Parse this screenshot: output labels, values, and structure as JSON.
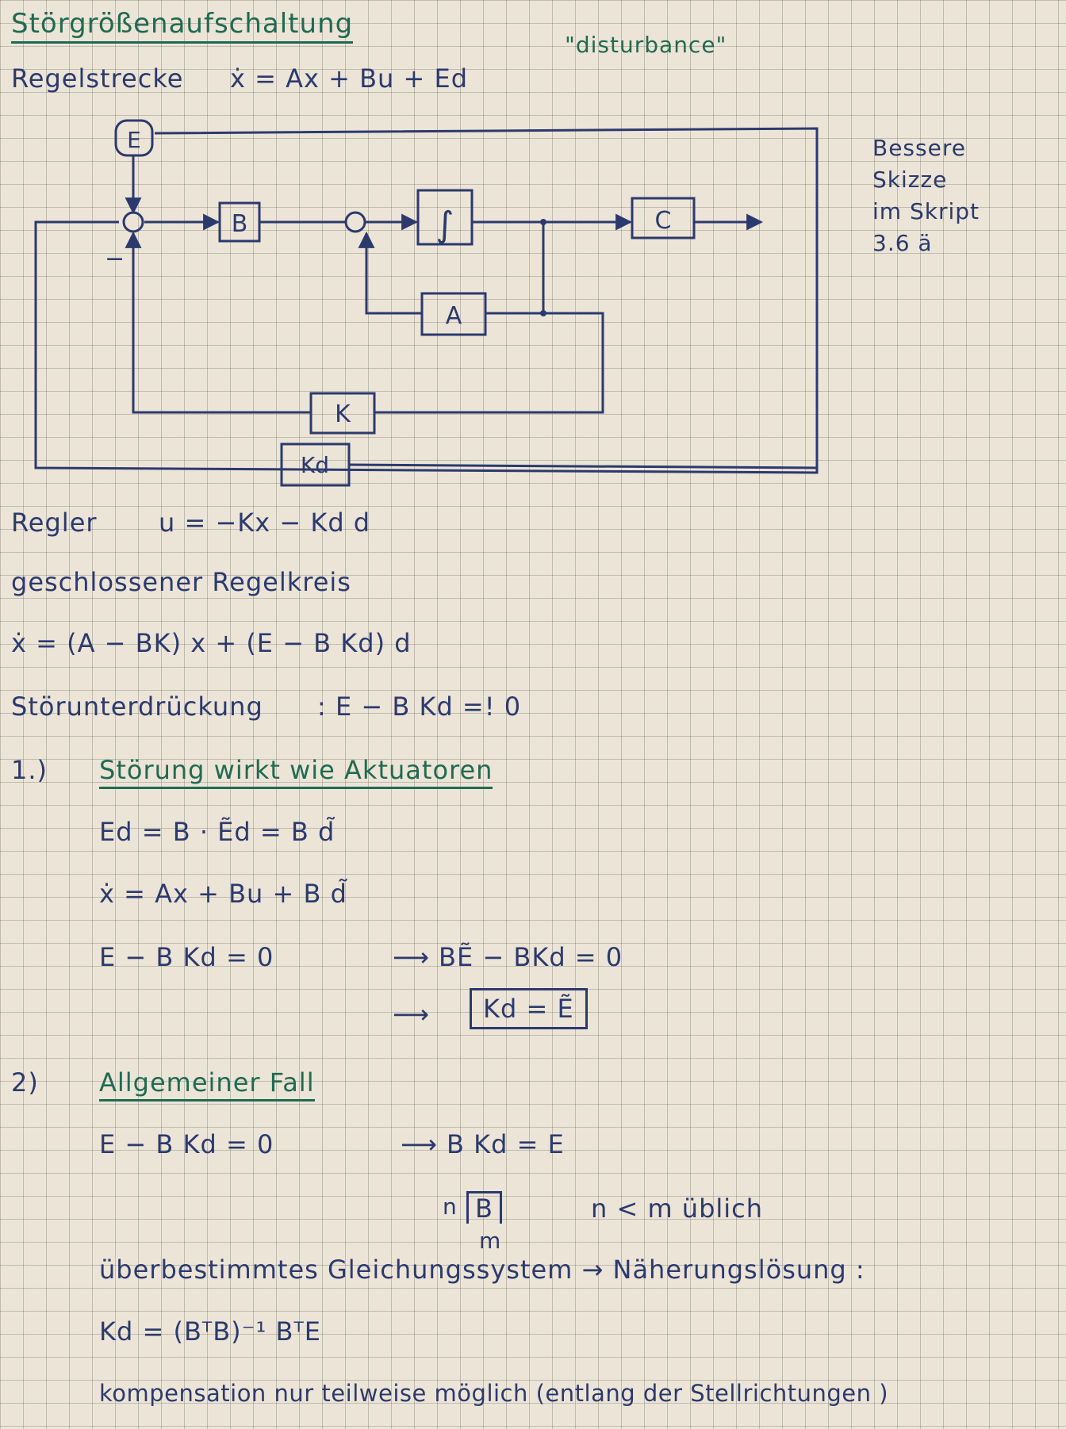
{
  "title": "Störgrößenaufschaltung",
  "plant": {
    "label": "Regelstrecke",
    "eq": "ẋ  =  Ax + Bu + Ed",
    "disturbance_note": "\"disturbance\""
  },
  "diagram": {
    "E": "E",
    "B": "B",
    "integrator": "∫",
    "C": "C",
    "A": "A",
    "K": "K",
    "Kd": "Kd",
    "minus": "−"
  },
  "side_note": [
    "Bessere",
    "Skizze",
    "im Skript",
    "3.6 ä"
  ],
  "controller": {
    "label": "Regler",
    "eq": "u = −Kx − Kd d"
  },
  "closed_loop": {
    "label": "geschlossener Regelkreis",
    "eq": "ẋ  = (A − BK) x + (E − B Kd) d"
  },
  "suppression": {
    "label": "Störunterdrückung",
    "eq": ":  E − B Kd  =! 0"
  },
  "case1": {
    "num": "1.)",
    "heading": "Störung wirkt wie Aktuatoren",
    "eq1": "Ed  = B · Ẽd  = B d̃",
    "eq2": "ẋ   = Ax + Bu + B d̃",
    "eq3_left": "E − B Kd  = 0",
    "eq3_right": "⟶  BẼ − BKd   = 0",
    "result_arrow": "⟶",
    "result": "Kd  = Ẽ"
  },
  "case2": {
    "num": "2)",
    "heading": "Allgemeiner Fall",
    "eq1_left": "E − B Kd  = 0",
    "eq1_right": "⟶  B Kd   = E",
    "dim_n": "n",
    "dim_B": "B",
    "dim_m": "m",
    "dim_note": "n < m    üblich",
    "overdetermined": "überbestimmtes Gleichungssystem  → Näherungslösung :",
    "solution": "Kd  = (BᵀB)⁻¹ BᵀE",
    "compensation": "kompensation nur teilweise möglich (entlang der Stellrichtungen )"
  }
}
